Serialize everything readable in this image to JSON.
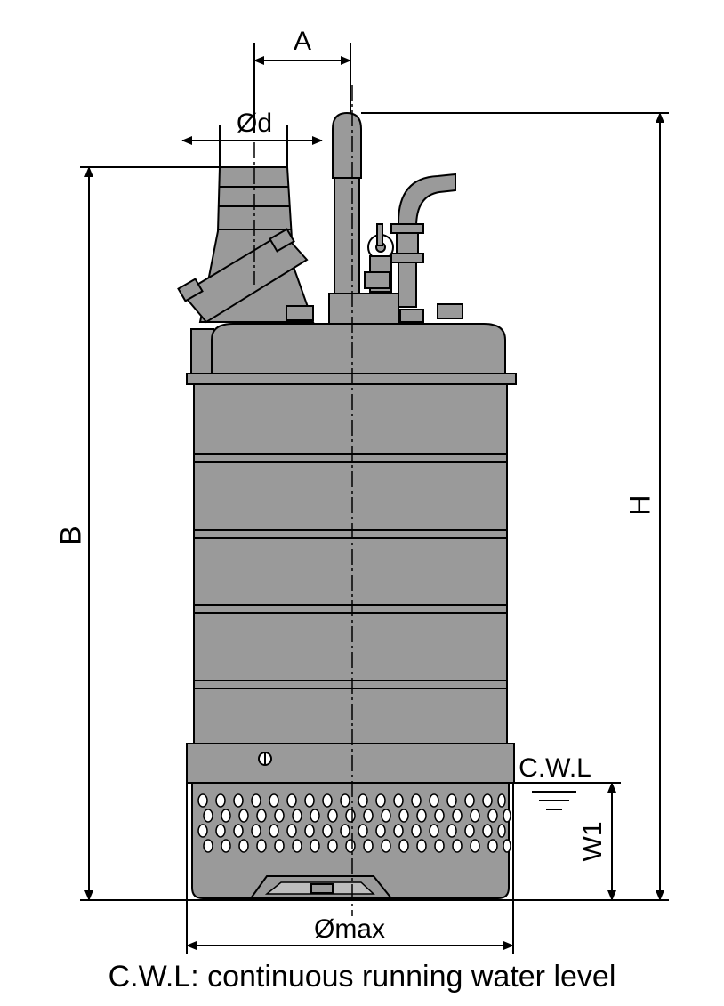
{
  "dimensions": {
    "a": "A",
    "d": "Ød",
    "b": "B",
    "h": "H",
    "w1": "W1",
    "max": "Ømax"
  },
  "cwl": {
    "label": "C.W.L"
  },
  "caption": "C.W.L: continuous running water level",
  "colors": {
    "body_fill": "#9a9a9a",
    "line": "#000000",
    "background": "#ffffff"
  }
}
